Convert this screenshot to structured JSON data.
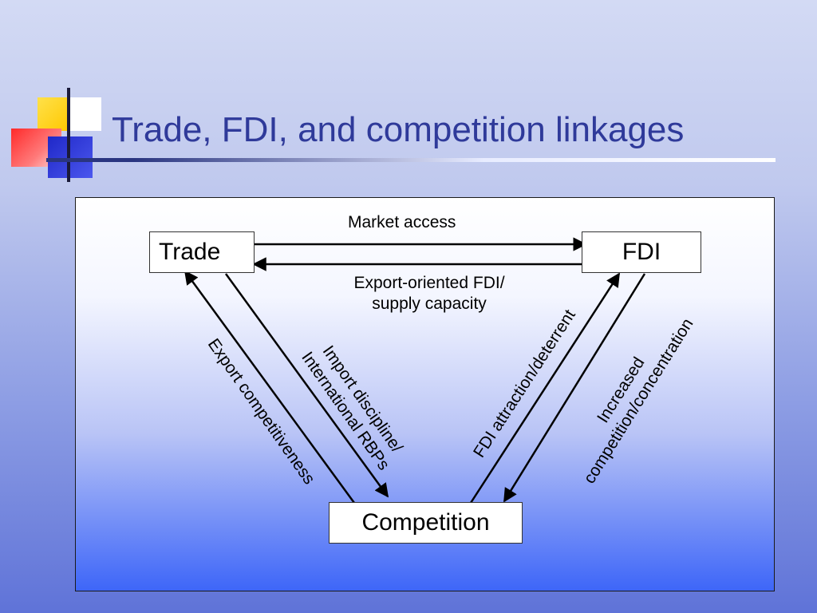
{
  "slide": {
    "title": "Trade, FDI, and competition linkages"
  },
  "diagram": {
    "nodes": {
      "trade": "Trade",
      "fdi": "FDI",
      "competition": "Competition"
    },
    "edges": {
      "market_access": "Market access",
      "export_oriented_line1": "Export-oriented FDI/",
      "export_oriented_line2": "supply capacity",
      "export_competitiveness": "Export competitiveness",
      "import_discipline_line1": "Import discipline/",
      "import_discipline_line2": "International  RBPs",
      "fdi_attraction": "FDI attraction/deterrent",
      "increased_line1": "Increased",
      "increased_line2": "competition/concentration"
    }
  },
  "colors": {
    "title": "#2f3a9a",
    "deco_yellow": "#ffd700",
    "deco_red": "#ff3b3b",
    "deco_blue": "#2b36d6"
  }
}
